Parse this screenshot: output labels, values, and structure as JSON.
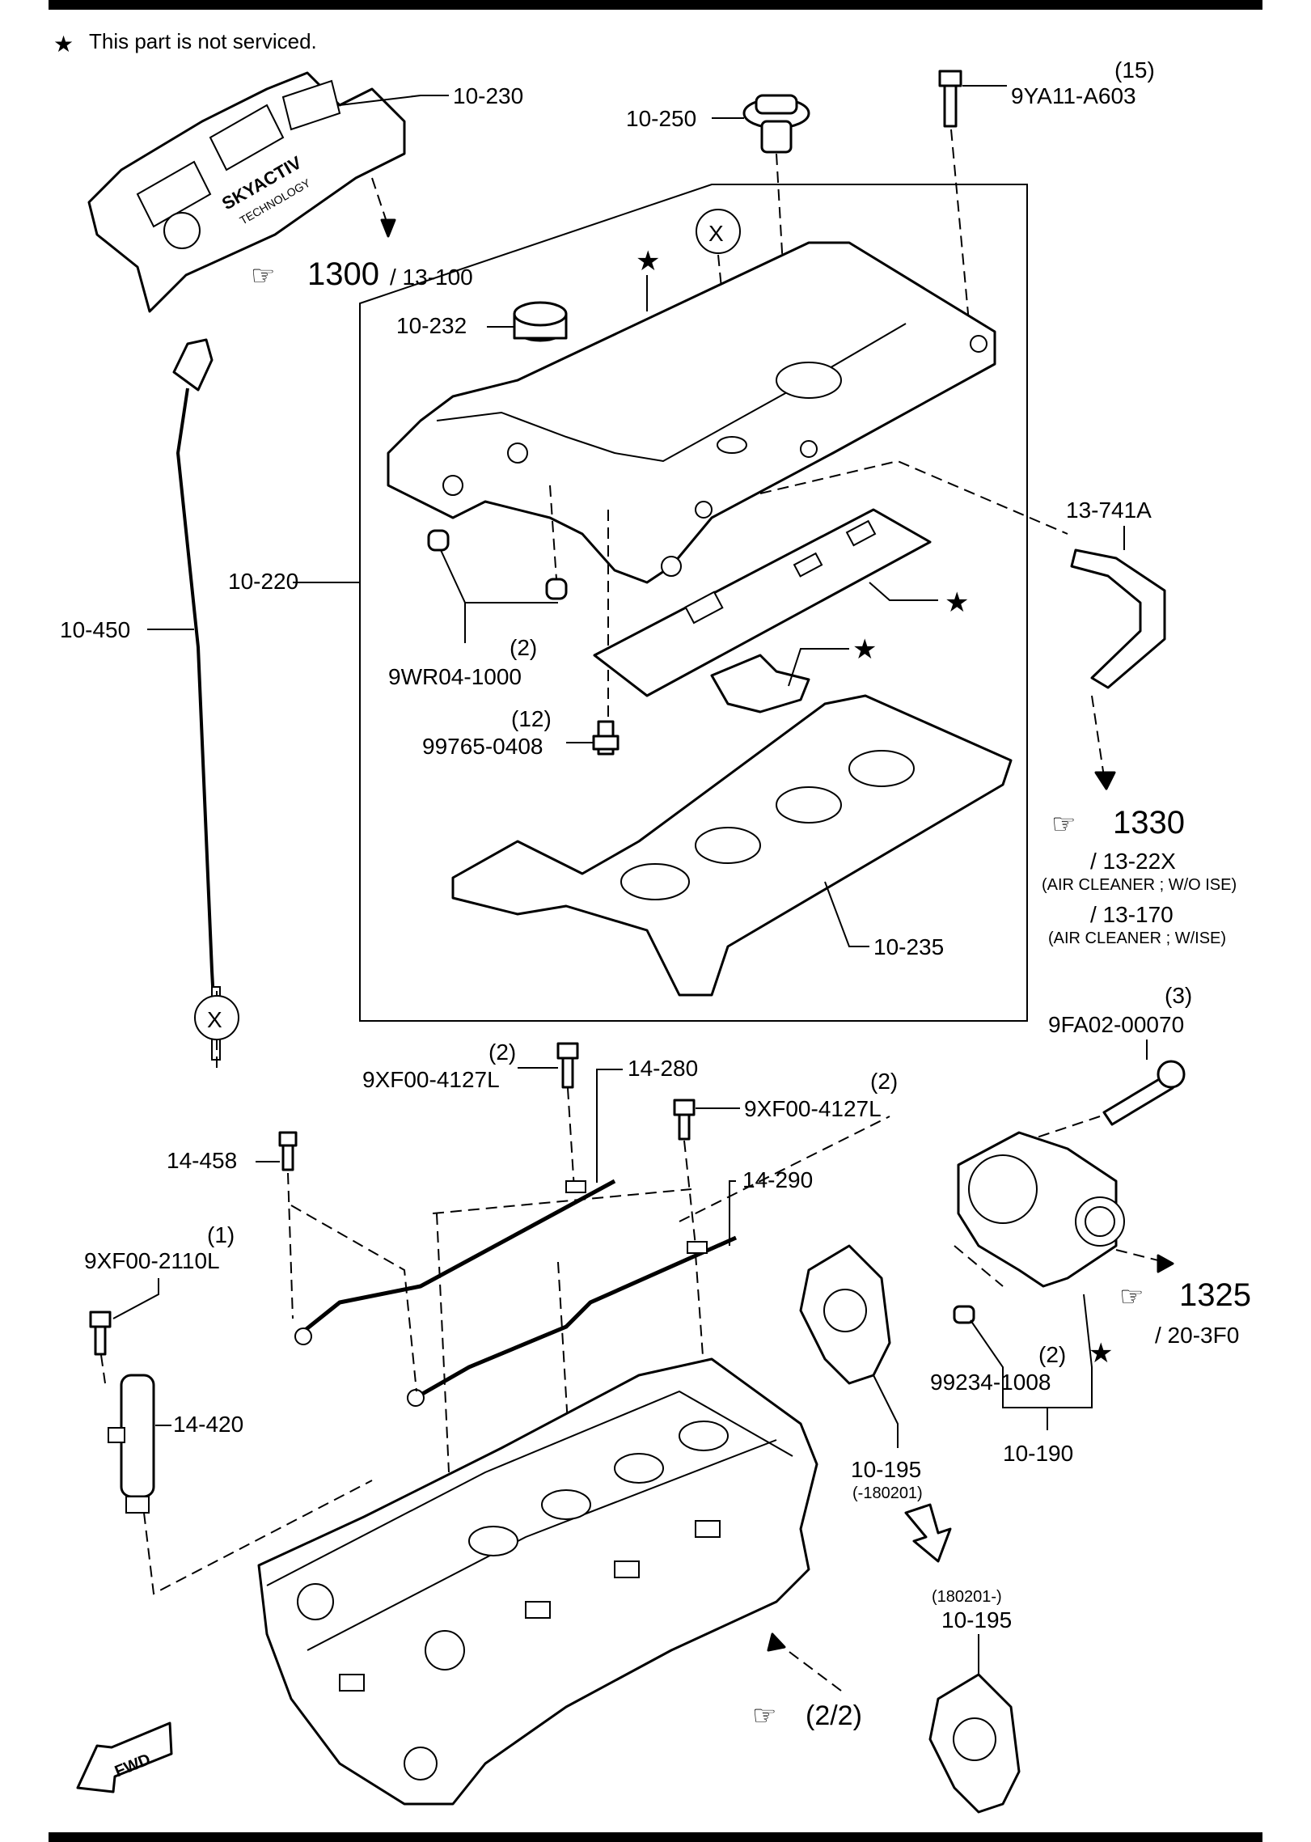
{
  "note": {
    "text": "This part is not serviced.",
    "symbol": "★"
  },
  "labels": {
    "cover_10_230": "10-230",
    "ref_1300": "1300",
    "ref_1300_sub": "/ 13-100",
    "cap_10_250": "10-250",
    "bolt_15_qty": "(15)",
    "bolt_9ya11": "9YA11-A603",
    "marker_x_top": "X",
    "marker_x_bottom": "X",
    "seal_10_232": "10-232",
    "head_cover_10_220": "10-220",
    "hose_13_741a": "13-741A",
    "ref_1330": "1330",
    "ref_1330_sub1": "/ 13-22X",
    "ref_1330_sub1_note": "(AIR CLEANER ; W/O ISE)",
    "ref_1330_sub2": "/ 13-170",
    "ref_1330_sub2_note": "(AIR CLEANER ; W/ISE)",
    "dipstick_10_450": "10-450",
    "grommet_qty": "(2)",
    "grommet_9wr04": "9WR04-1000",
    "bolt_12_qty": "(12)",
    "bolt_99765": "99765-0408",
    "gasket_10_235": "10-235",
    "bolt_9fa02_qty": "(3)",
    "bolt_9fa02": "9FA02-00070",
    "bolt_9xf00_a_qty": "(2)",
    "bolt_9xf00_a": "9XF00-4127L",
    "pipe_14_280": "14-280",
    "bolt_9xf00_b_qty": "(2)",
    "bolt_9xf00_b": "9XF00-4127L",
    "part_14_458": "14-458",
    "pipe_14_290": "14-290",
    "bolt_9xf00_2110_qty": "(1)",
    "bolt_9xf00_2110": "9XF00-2110L",
    "ref_1325": "1325",
    "ref_1325_sub": "/ 20-3F0",
    "pin_qty": "(2)",
    "pin_99234": "99234-1008",
    "valve_14_420": "14-420",
    "gasket_10_195_a": "10-195",
    "gasket_10_195_a_note": "(-180201)",
    "housing_10_190": "10-190",
    "gasket_10_195_b_note": "(180201-)",
    "gasket_10_195_b": "10-195",
    "ref_2_2": "(2/2)",
    "fwd": "FWD",
    "cover_logo_1": "SKYACTIV",
    "cover_logo_2": "TECHNOLOGY"
  },
  "icons": {
    "pointer": "pointing-hand-icon",
    "star": "star-icon"
  }
}
